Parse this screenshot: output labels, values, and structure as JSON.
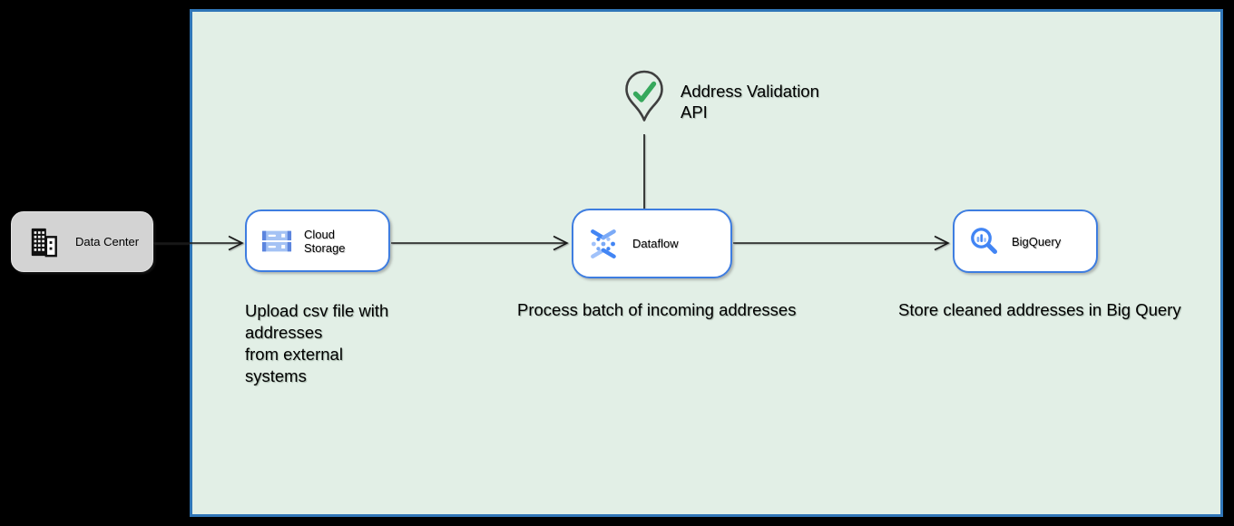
{
  "panel": {
    "bg": "#e2efe6",
    "border_color": "#3076b8"
  },
  "external_node": {
    "label": "Data Center",
    "icon": "building-icon",
    "bg": "#d3d3d3"
  },
  "nodes": [
    {
      "label": "Cloud Storage",
      "icon": "cloud-storage-icon"
    },
    {
      "label": "Dataflow",
      "icon": "dataflow-icon"
    },
    {
      "label": "BigQuery",
      "icon": "bigquery-icon"
    }
  ],
  "annotation": {
    "label": "Address Validation\nAPI",
    "icon": "map-pin-check-icon",
    "check_color": "#36a85c"
  },
  "captions": [
    {
      "text": "Upload csv file with\naddresses\nfrom external\nsystems"
    },
    {
      "text": "Process batch of incoming addresses"
    },
    {
      "text": "Store cleaned addresses in Big Query"
    }
  ],
  "connectors": [
    {
      "from": "data-center",
      "to": "cloud-storage",
      "style": "arrow"
    },
    {
      "from": "cloud-storage",
      "to": "dataflow",
      "style": "arrow"
    },
    {
      "from": "dataflow",
      "to": "bigquery",
      "style": "arrow"
    },
    {
      "from": "address-validation-api",
      "to": "dataflow",
      "style": "plain-line"
    }
  ],
  "colors": {
    "node_border": "#3e7de0",
    "icon_blue": "#4285f4",
    "icon_light_blue": "#a1c2fa",
    "arrow": "#181818",
    "panel_border": "#3076b8",
    "panel_bg": "#e2efe6",
    "datacenter_bg": "#d3d3d3",
    "check_green": "#36a85c"
  }
}
